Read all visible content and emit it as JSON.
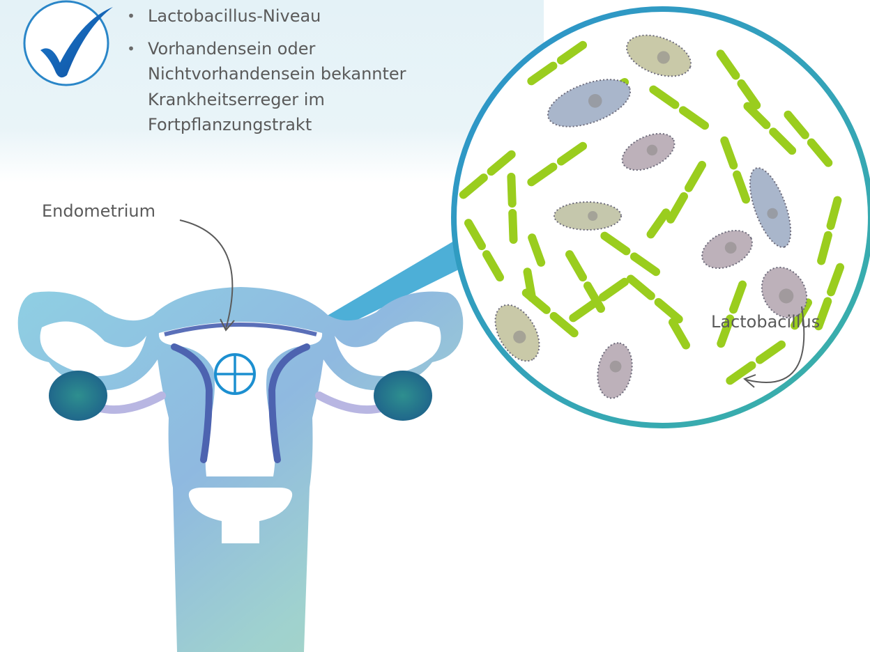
{
  "checklist": {
    "icon": "checkmark-circle-icon",
    "bullets": [
      {
        "text": "Lactobacillus-Niveau"
      },
      {
        "lines": [
          "Vorhandensein oder",
          "Nichtvorhandensein bekannter",
          "Krankheitserreger im",
          "Fortpflanzungstrakt"
        ]
      }
    ]
  },
  "labels": {
    "endometrium": "Endometrium",
    "lactobacillus": "Lactobacillus"
  },
  "colors": {
    "checkmark": "#1a6fc0",
    "ring": "#2a9bc8",
    "lactobacillus": "#9acd1e",
    "uterus": "#7fc3d6",
    "ovary": "#1f7e94"
  }
}
